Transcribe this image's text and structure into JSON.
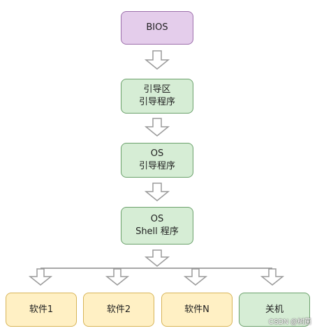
{
  "nodes": {
    "bios": {
      "lines": [
        "BIOS"
      ]
    },
    "boot1": {
      "lines": [
        "引导区",
        "引导程序"
      ]
    },
    "boot2": {
      "lines": [
        "OS",
        "引导程序"
      ]
    },
    "shell": {
      "lines": [
        "OS",
        "Shell 程序"
      ]
    },
    "soft1": {
      "lines": [
        "软件1"
      ]
    },
    "soft2": {
      "lines": [
        "软件2"
      ]
    },
    "softN": {
      "lines": [
        "软件N"
      ]
    },
    "poweroff": {
      "lines": [
        "关机"
      ]
    }
  },
  "colors": {
    "purple_fill": "#e4cdeb",
    "green_fill": "#d6edd5",
    "yellow_fill": "#fff0c4",
    "arrow": "#9a9a9a"
  },
  "watermark": "CSDN @树茵"
}
